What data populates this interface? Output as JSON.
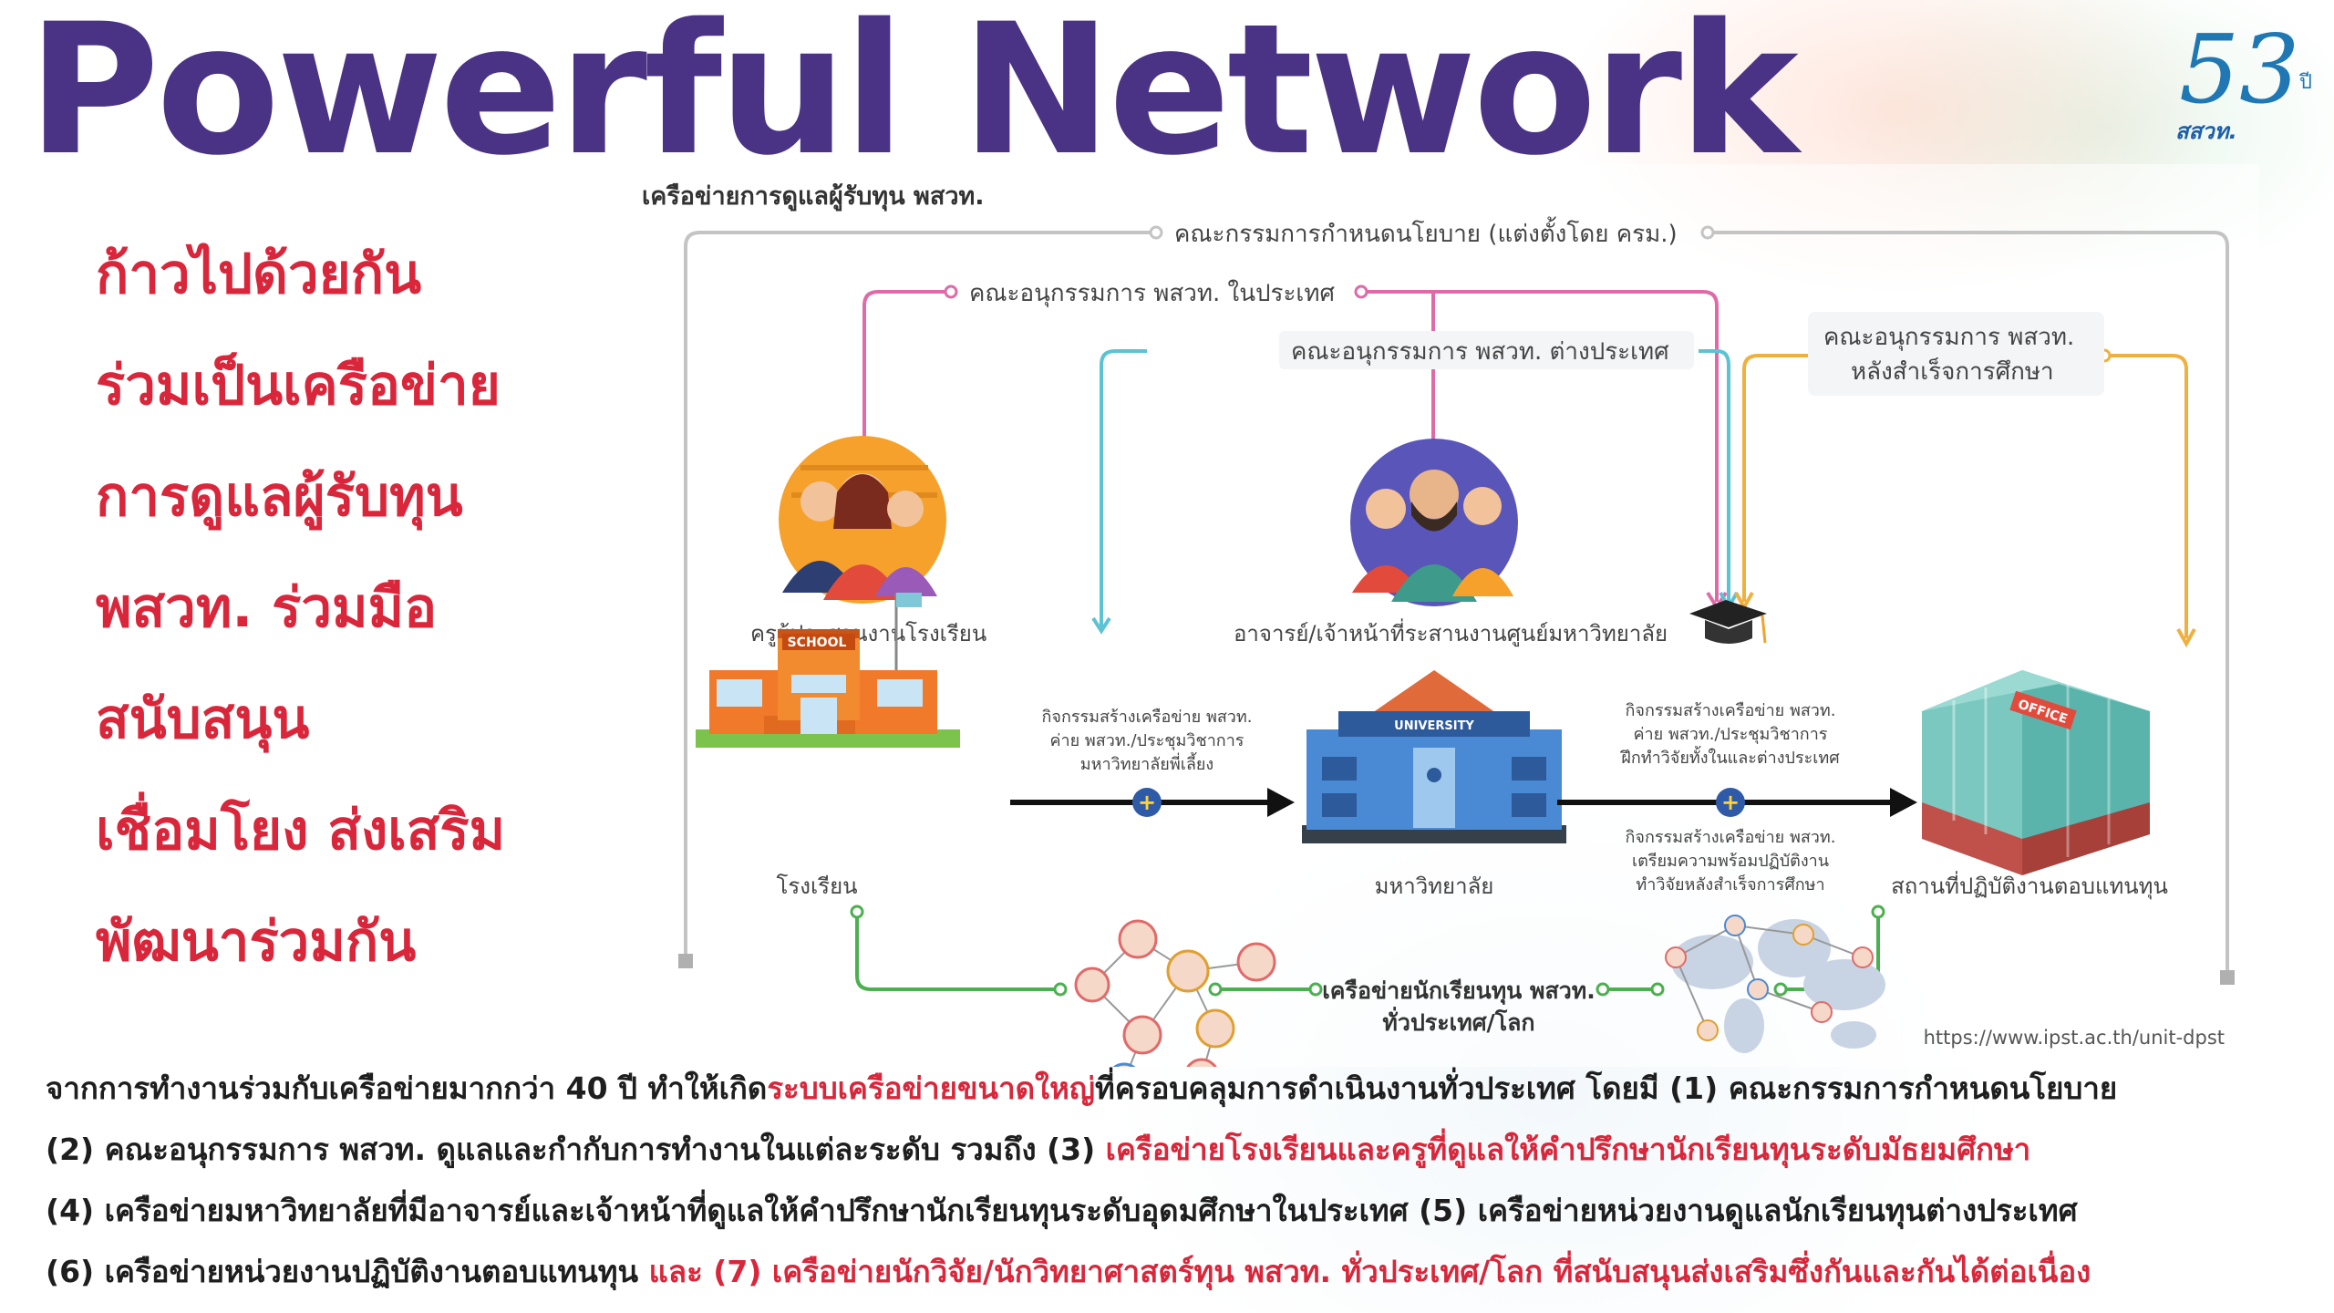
{
  "title": "Powerful Network",
  "logo": {
    "number": "53",
    "suffix": "ปี",
    "org": "สสวท."
  },
  "left_list": [
    "ก้าวไปด้วยกัน",
    "ร่วมเป็นเครือข่าย",
    "การดูแลผู้รับทุน",
    "พสวท. ร่วมมือ",
    "สนับสนุน",
    "เชื่อมโยง ส่งเสริม",
    "พัฒนาร่วมกัน"
  ],
  "diagram": {
    "heading": "เครือข่ายการดูแลผู้รับทุน พสวท.",
    "committee_policy": "คณะกรรมการกำหนดนโยบาย (แต่งตั้งโดย ครม.)",
    "subcommittee_domestic": "คณะอนุกรรมการ พสวท. ในประเทศ",
    "subcommittee_abroad": "คณะอนุกรรมการ พสวท. ต่างประเทศ",
    "subcommittee_after_line1": "คณะอนุกรรมการ พสวท.",
    "subcommittee_after_line2": "หลังสำเร็จการศึกษา",
    "teacher_label": "ครูผู้ประสานงานโรงเรียน",
    "lecturer_label": "อาจารย์/เจ้าหน้าที่ระสานงานศูนย์มหาวิทยาลัย",
    "school_sign": "SCHOOL",
    "university_sign": "UNIVERSITY",
    "office_sign": "OFFICE",
    "school_label": "โรงเรียน",
    "university_label": "มหาวิทยาลัย",
    "workplace_label": "สถานที่ปฏิบัติงานตอบแทนทุน",
    "activity1": [
      "กิจกรรมสร้างเครือข่าย พสวท.",
      "ค่าย พสวท./ประชุมวิชาการ",
      "มหาวิทยาลัยพี่เลี้ยง"
    ],
    "activity2": [
      "กิจกรรมสร้างเครือข่าย พสวท.",
      "ค่าย พสวท./ประชุมวิชาการ",
      "ฝึกทำวิจัยทั้งในและต่างประเทศ"
    ],
    "activity3": [
      "กิจกรรมสร้างเครือข่าย พสวท.",
      "เตรียมความพร้อมปฏิบัติงาน",
      "ทำวิจัยหลังสำเร็จการศึกษา"
    ],
    "scholar_network_line1": "เครือข่ายนักเรียนทุน พสวท.",
    "scholar_network_line2": "ทั่วประเทศ/โลก",
    "url": "https://www.ipst.ac.th/unit-dpst"
  },
  "bottom": {
    "l1a": "จากการทำงานร่วมกับเครือข่ายมากกว่า 40 ปี ทำให้เกิด",
    "l1b": "ระบบเครือข่ายขนาดใหญ่",
    "l1c": "ที่ครอบคลุมการดำเนินงานทั่วประเทศ โดยมี (1) คณะกรรมการกำหนดนโยบาย",
    "l2a": "(2) คณะอนุกรรมการ พสวท. ดูแลและกำกับการทำงานในแต่ละระดับ รวมถึง (3) ",
    "l2b": "เครือข่ายโรงเรียนและครูที่ดูแลให้คำปรึกษานักเรียนทุนระดับมัธยมศึกษา",
    "l3": "(4) เครือข่ายมหาวิทยาลัยที่มีอาจารย์และเจ้าหน้าที่ดูแลให้คำปรึกษานักเรียนทุนระดับอุดมศึกษาในประเทศ  (5) เครือข่ายหน่วยงานดูแลนักเรียนทุนต่างประเทศ",
    "l4a": "(6) เครือข่ายหน่วยงานปฏิบัติงานตอบแทนทุน ",
    "l4b": "และ (7) เครือข่ายนักวิจัย/นักวิทยาศาสตร์ทุน พสวท. ทั่วประเทศ/โลก ที่สนับสนุนส่งเสริมซึ่งกันและกันได้ต่อเนื่อง"
  },
  "colors": {
    "title": "#4a3384",
    "accent_red": "#d9263a",
    "pink": "#e06aa8",
    "cyan": "#5bc3d4",
    "orange": "#f0b040",
    "green": "#4cb050",
    "gray": "#bbbbbb"
  }
}
